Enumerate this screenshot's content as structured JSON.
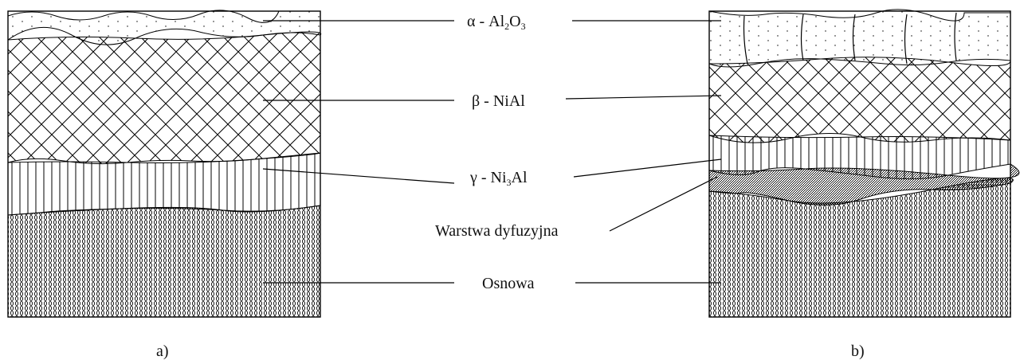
{
  "labels": {
    "alpha": {
      "prefix": "α - Al",
      "s1": "2",
      "mid": "O",
      "s2": "3"
    },
    "beta": "β - NiAl",
    "gamma": {
      "prefix": "γ - Ni",
      "s1": "3",
      "suffix": "Al"
    },
    "diffusion": "Warstwa dyfuzyjna",
    "substrate": "Osnowa"
  },
  "captions": {
    "a": "a)",
    "b": "b)"
  }
}
